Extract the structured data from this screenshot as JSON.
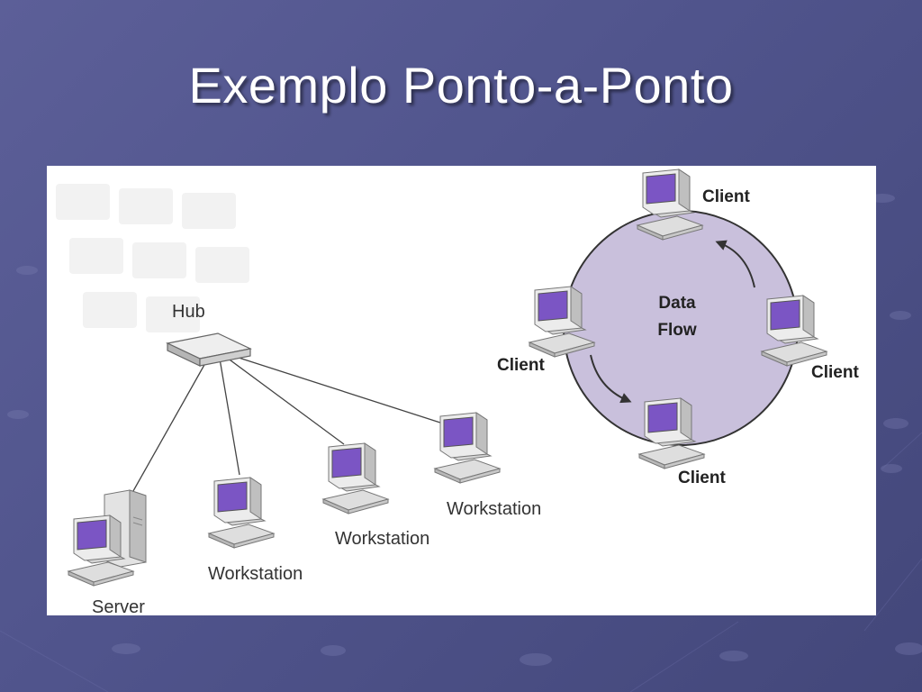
{
  "slide": {
    "title": "Exemplo Ponto-a-Ponto"
  },
  "colors": {
    "slide_background": "#50548c",
    "screen_purple": "#7b55c4",
    "ring_fill": "#c9c0dc",
    "computer_body": "#e9e9e9"
  },
  "diagram": {
    "hub_network": {
      "hub_label": "Hub",
      "server_label": "Server",
      "workstations": [
        {
          "label": "Workstation"
        },
        {
          "label": "Workstation"
        },
        {
          "label": "Workstation"
        }
      ]
    },
    "peer_ring": {
      "center_label_line1": "Data",
      "center_label_line2": "Flow",
      "clients": [
        {
          "label": "Client"
        },
        {
          "label": "Client"
        },
        {
          "label": "Client"
        },
        {
          "label": "Client"
        }
      ]
    }
  }
}
